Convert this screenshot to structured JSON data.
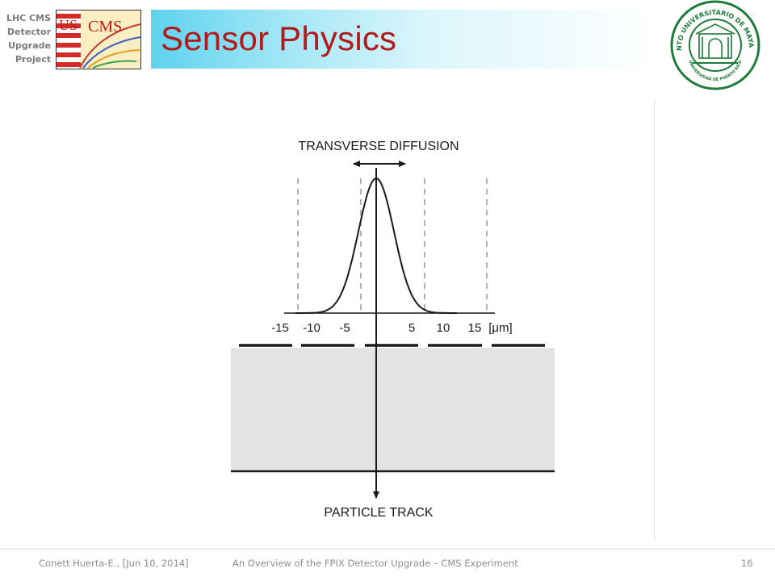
{
  "header": {
    "project_lines": [
      "LHC CMS",
      "Detector",
      "Upgrade",
      "Project"
    ],
    "logo_left": "US",
    "logo_right": "CMS",
    "title": "Sensor Physics"
  },
  "seal": {
    "outer_text": "RECINTO UNIVERSITARIO DE MAYAGÜEZ",
    "inner_text": "UNIVERSIDAD DE PUERTO RICO",
    "color": "#1f7a3c"
  },
  "diagram": {
    "top_label": "TRANSVERSE DIFFUSION",
    "bottom_label": "PARTICLE TRACK",
    "axis_ticks": [
      "-15",
      "-10",
      "-5",
      "5",
      "10",
      "15"
    ],
    "axis_unit": "[μm]",
    "sensor_fill": "#e3e3e3",
    "line_color": "#1a1a1a"
  },
  "footer": {
    "author": "Conett Huerta-E., [Jun 10, 2014]",
    "center": "An Overview of the FPIX Detector Upgrade – CMS Experiment",
    "page": "16"
  },
  "colors": {
    "title_red": "#b11a1a",
    "title_bar_cyan": "#5fd2ee",
    "logo_stripe_red": "#d42a2a"
  }
}
